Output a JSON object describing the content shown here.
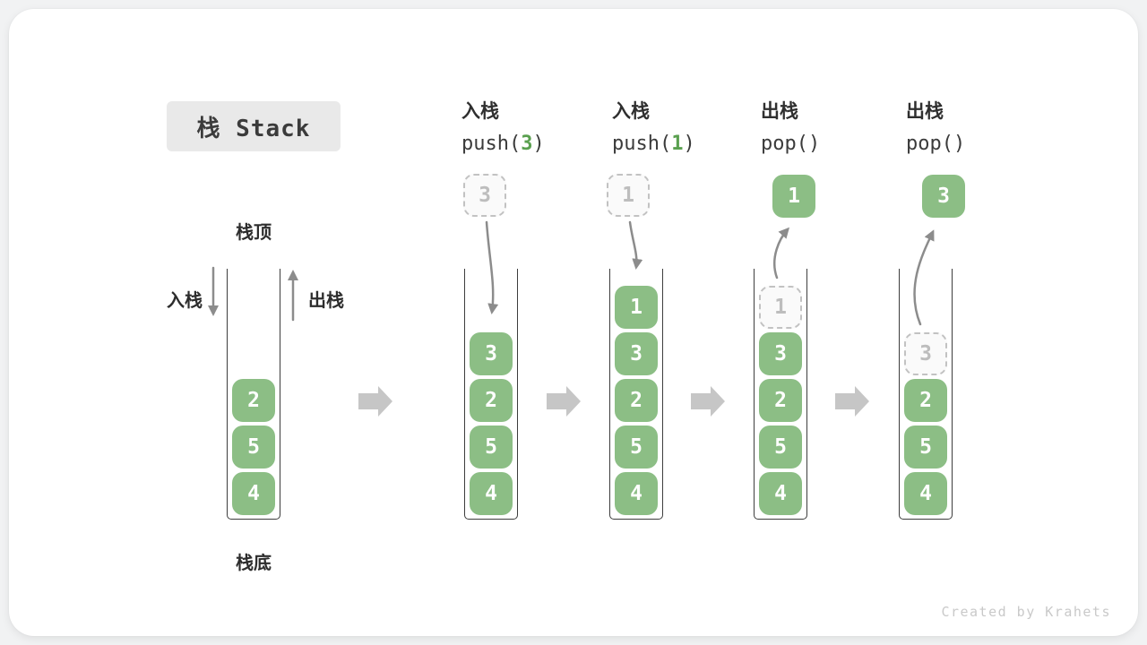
{
  "title": "栈 Stack",
  "watermark": "Created by Krahets",
  "colors": {
    "block_green": "#8cbe85",
    "code_green": "#5aa04f",
    "arrow_gray": "#8c8c8c",
    "big_arrow_gray": "#c6c6c6"
  },
  "labels": {
    "stack_top": "栈顶",
    "stack_bottom": "栈底",
    "push_side": "入栈",
    "pop_side": "出栈"
  },
  "operations": [
    {
      "label": "入栈",
      "code_pre": "push(",
      "code_arg": "3",
      "code_post": ")"
    },
    {
      "label": "入栈",
      "code_pre": "push(",
      "code_arg": "1",
      "code_post": ")"
    },
    {
      "label": "出栈",
      "code_pre": "pop(",
      "code_arg": "",
      "code_post": ")"
    },
    {
      "label": "出栈",
      "code_pre": "pop(",
      "code_arg": "",
      "code_post": ")"
    }
  ],
  "floats": [
    {
      "value": "3",
      "style": "ghost"
    },
    {
      "value": "1",
      "style": "ghost"
    },
    {
      "value": "1",
      "style": "solid"
    },
    {
      "value": "3",
      "style": "solid"
    }
  ],
  "stacks": [
    {
      "blocks": [
        {
          "value": "2",
          "style": "solid"
        },
        {
          "value": "5",
          "style": "solid"
        },
        {
          "value": "4",
          "style": "solid"
        }
      ]
    },
    {
      "blocks": [
        {
          "value": "3",
          "style": "solid"
        },
        {
          "value": "2",
          "style": "solid"
        },
        {
          "value": "5",
          "style": "solid"
        },
        {
          "value": "4",
          "style": "solid"
        }
      ]
    },
    {
      "blocks": [
        {
          "value": "1",
          "style": "solid"
        },
        {
          "value": "3",
          "style": "solid"
        },
        {
          "value": "2",
          "style": "solid"
        },
        {
          "value": "5",
          "style": "solid"
        },
        {
          "value": "4",
          "style": "solid"
        }
      ]
    },
    {
      "blocks": [
        {
          "value": "1",
          "style": "ghost"
        },
        {
          "value": "3",
          "style": "solid"
        },
        {
          "value": "2",
          "style": "solid"
        },
        {
          "value": "5",
          "style": "solid"
        },
        {
          "value": "4",
          "style": "solid"
        }
      ]
    },
    {
      "blocks": [
        {
          "value": "3",
          "style": "ghost"
        },
        {
          "value": "2",
          "style": "solid"
        },
        {
          "value": "5",
          "style": "solid"
        },
        {
          "value": "4",
          "style": "solid"
        }
      ]
    }
  ],
  "icons": {
    "flow_arrow": "right-block-arrow",
    "push_arrow": "curved-down-arrow",
    "pop_arrow": "curved-up-arrow",
    "push_direction": "down-arrow",
    "pop_direction": "up-arrow"
  }
}
